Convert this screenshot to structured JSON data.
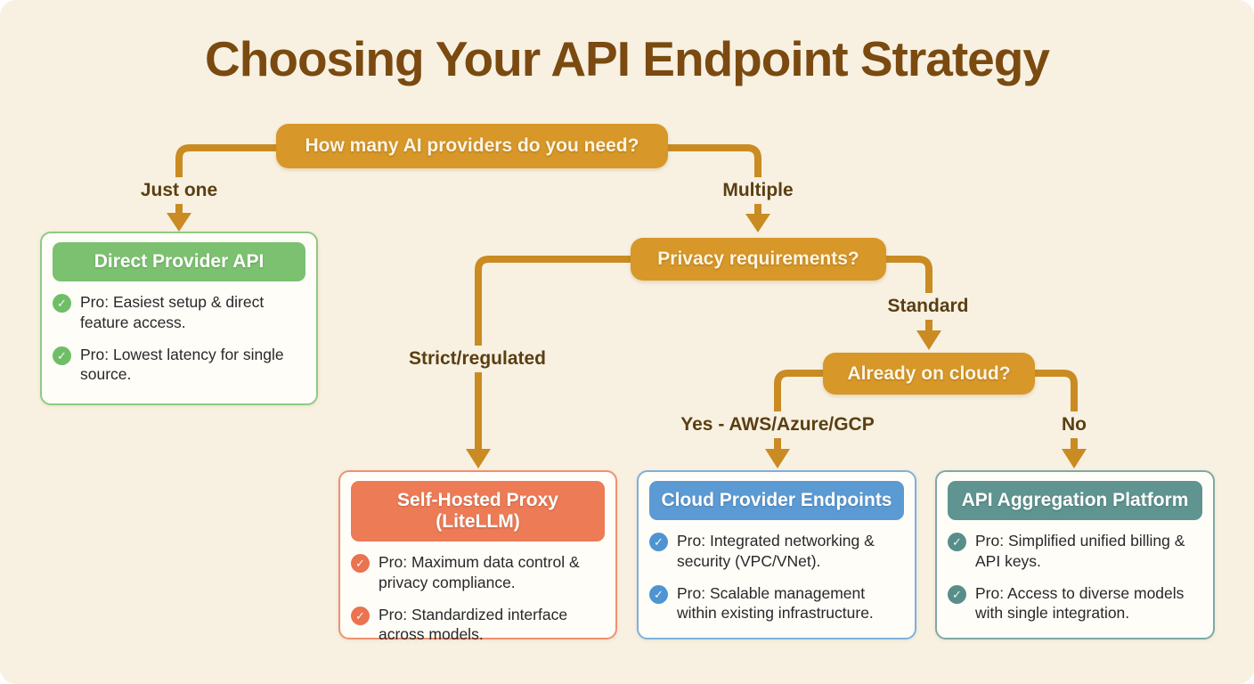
{
  "title": "Choosing Your API Endpoint Strategy",
  "colors": {
    "bg": "#f8f1e2",
    "node-bg": "#d79729",
    "node-text": "#fcf5e2",
    "line": "#c98b22",
    "label-text": "#5a3f12",
    "title-text": "#7a4a10",
    "card-bg": "#fffdf8",
    "bullet-text": "#282828"
  },
  "nodes": [
    {
      "id": "providers",
      "label": "How many AI providers do you need?"
    },
    {
      "id": "privacy",
      "label": "Privacy requirements?"
    },
    {
      "id": "cloud",
      "label": "Already on cloud?"
    }
  ],
  "branches": [
    {
      "id": "just-one",
      "label": "Just one"
    },
    {
      "id": "multiple",
      "label": "Multiple"
    },
    {
      "id": "strict",
      "label": "Strict/regulated"
    },
    {
      "id": "standard",
      "label": "Standard"
    },
    {
      "id": "yes-cloud",
      "label": "Yes - AWS/Azure/GCP"
    },
    {
      "id": "no-cloud",
      "label": "No"
    }
  ],
  "cards": [
    {
      "title": "Direct Provider API",
      "accent": "#7cc170",
      "border": "#8fca83",
      "icon": "#6fbe67",
      "icon_glyph": "✓",
      "items": [
        "Pro: Easiest setup & direct feature access.",
        "Pro: Lowest latency for single source."
      ]
    },
    {
      "title": "Self-Hosted Proxy (LiteLLM)",
      "accent": "#ec7b56",
      "border": "#f0906f",
      "icon": "#ea7350",
      "icon_glyph": "✓",
      "items": [
        "Pro: Maximum data control & privacy compliance.",
        "Pro: Standardized interface across models."
      ]
    },
    {
      "title": "Cloud Provider Endpoints",
      "accent": "#5b9ad3",
      "border": "#7fb0dc",
      "icon": "#4f94d2",
      "icon_glyph": "✓",
      "items": [
        "Pro: Integrated networking & security (VPC/VNet).",
        "Pro: Scalable management within existing infrastructure."
      ]
    },
    {
      "title": "API Aggregation Platform",
      "accent": "#5f9490",
      "border": "#7fa9a4",
      "icon": "#578e8a",
      "icon_glyph": "✓",
      "items": [
        "Pro: Simplified unified billing & API keys.",
        "Pro: Access to diverse models with single integration."
      ]
    }
  ]
}
